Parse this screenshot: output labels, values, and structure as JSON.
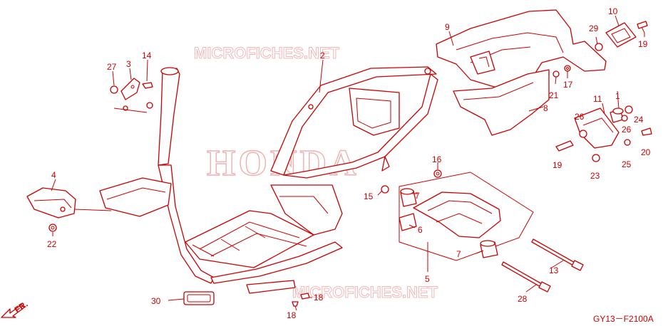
{
  "diagram": {
    "drawing_code": "GY13－F2100A",
    "watermarks": {
      "top": "MICROFICHES.NET",
      "middle": "HONDA",
      "bottom": "MICROFICHES.NET"
    },
    "direction_label": "FR."
  },
  "labels": [
    {
      "id": "l1",
      "text": "1"
    },
    {
      "id": "l2",
      "text": "2"
    },
    {
      "id": "l3",
      "text": "3"
    },
    {
      "id": "l4",
      "text": "4"
    },
    {
      "id": "l5",
      "text": "5"
    },
    {
      "id": "l6",
      "text": "6"
    },
    {
      "id": "l7a",
      "text": "7"
    },
    {
      "id": "l7b",
      "text": "7"
    },
    {
      "id": "l8",
      "text": "8"
    },
    {
      "id": "l9",
      "text": "9"
    },
    {
      "id": "l10",
      "text": "10"
    },
    {
      "id": "l11",
      "text": "11"
    },
    {
      "id": "l13",
      "text": "13"
    },
    {
      "id": "l14",
      "text": "14"
    },
    {
      "id": "l15",
      "text": "15"
    },
    {
      "id": "l16",
      "text": "16"
    },
    {
      "id": "l17",
      "text": "17"
    },
    {
      "id": "l18a",
      "text": "18"
    },
    {
      "id": "l18b",
      "text": "18"
    },
    {
      "id": "l19a",
      "text": "19"
    },
    {
      "id": "l19b",
      "text": "19"
    },
    {
      "id": "l20",
      "text": "20"
    },
    {
      "id": "l21",
      "text": "21"
    },
    {
      "id": "l22",
      "text": "22"
    },
    {
      "id": "l23",
      "text": "23"
    },
    {
      "id": "l24",
      "text": "24"
    },
    {
      "id": "l25",
      "text": "25"
    },
    {
      "id": "l26a",
      "text": "26"
    },
    {
      "id": "l26b",
      "text": "26"
    },
    {
      "id": "l27",
      "text": "27"
    },
    {
      "id": "l28",
      "text": "28"
    },
    {
      "id": "l29",
      "text": "29"
    },
    {
      "id": "l30",
      "text": "30"
    }
  ],
  "colors": {
    "line": "#cc0000",
    "watermark": "#f0b0b0",
    "background": "#ffffff"
  }
}
